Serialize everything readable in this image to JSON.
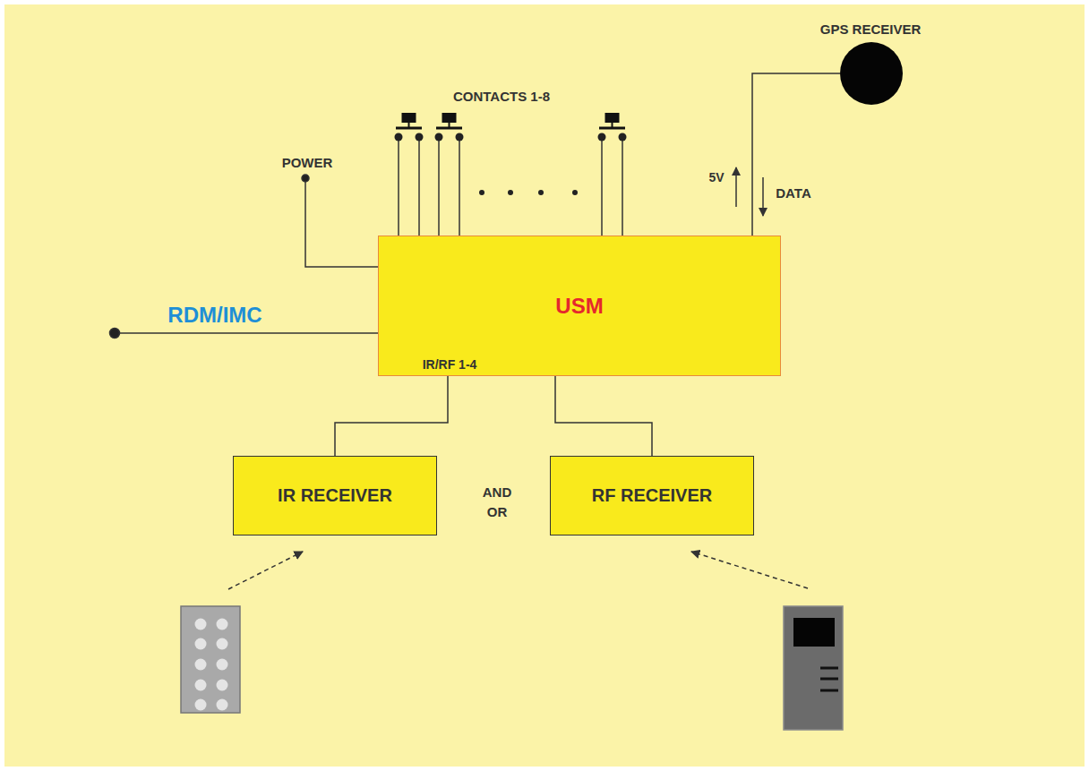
{
  "diagram": {
    "nodes": [
      {
        "text": [
          "GPS RECEIVER"
        ]
      },
      {
        "text": [
          "USM"
        ]
      },
      {
        "text": [
          "IR RECEIVER"
        ]
      },
      {
        "text": [
          "RF RECEIVER"
        ]
      }
    ],
    "edges": [
      {
        "from": 1,
        "to": 0,
        "arrow": "none"
      },
      {
        "from": 1,
        "to": 2,
        "arrow": "none"
      },
      {
        "from": 1,
        "to": 3,
        "arrow": "none"
      }
    ],
    "labels": [
      "CONTACTS 1-8",
      "POWER",
      "RDM/IMC",
      "5V",
      "DATA",
      "IR/RF 1-4",
      "AND OR"
    ]
  }
}
